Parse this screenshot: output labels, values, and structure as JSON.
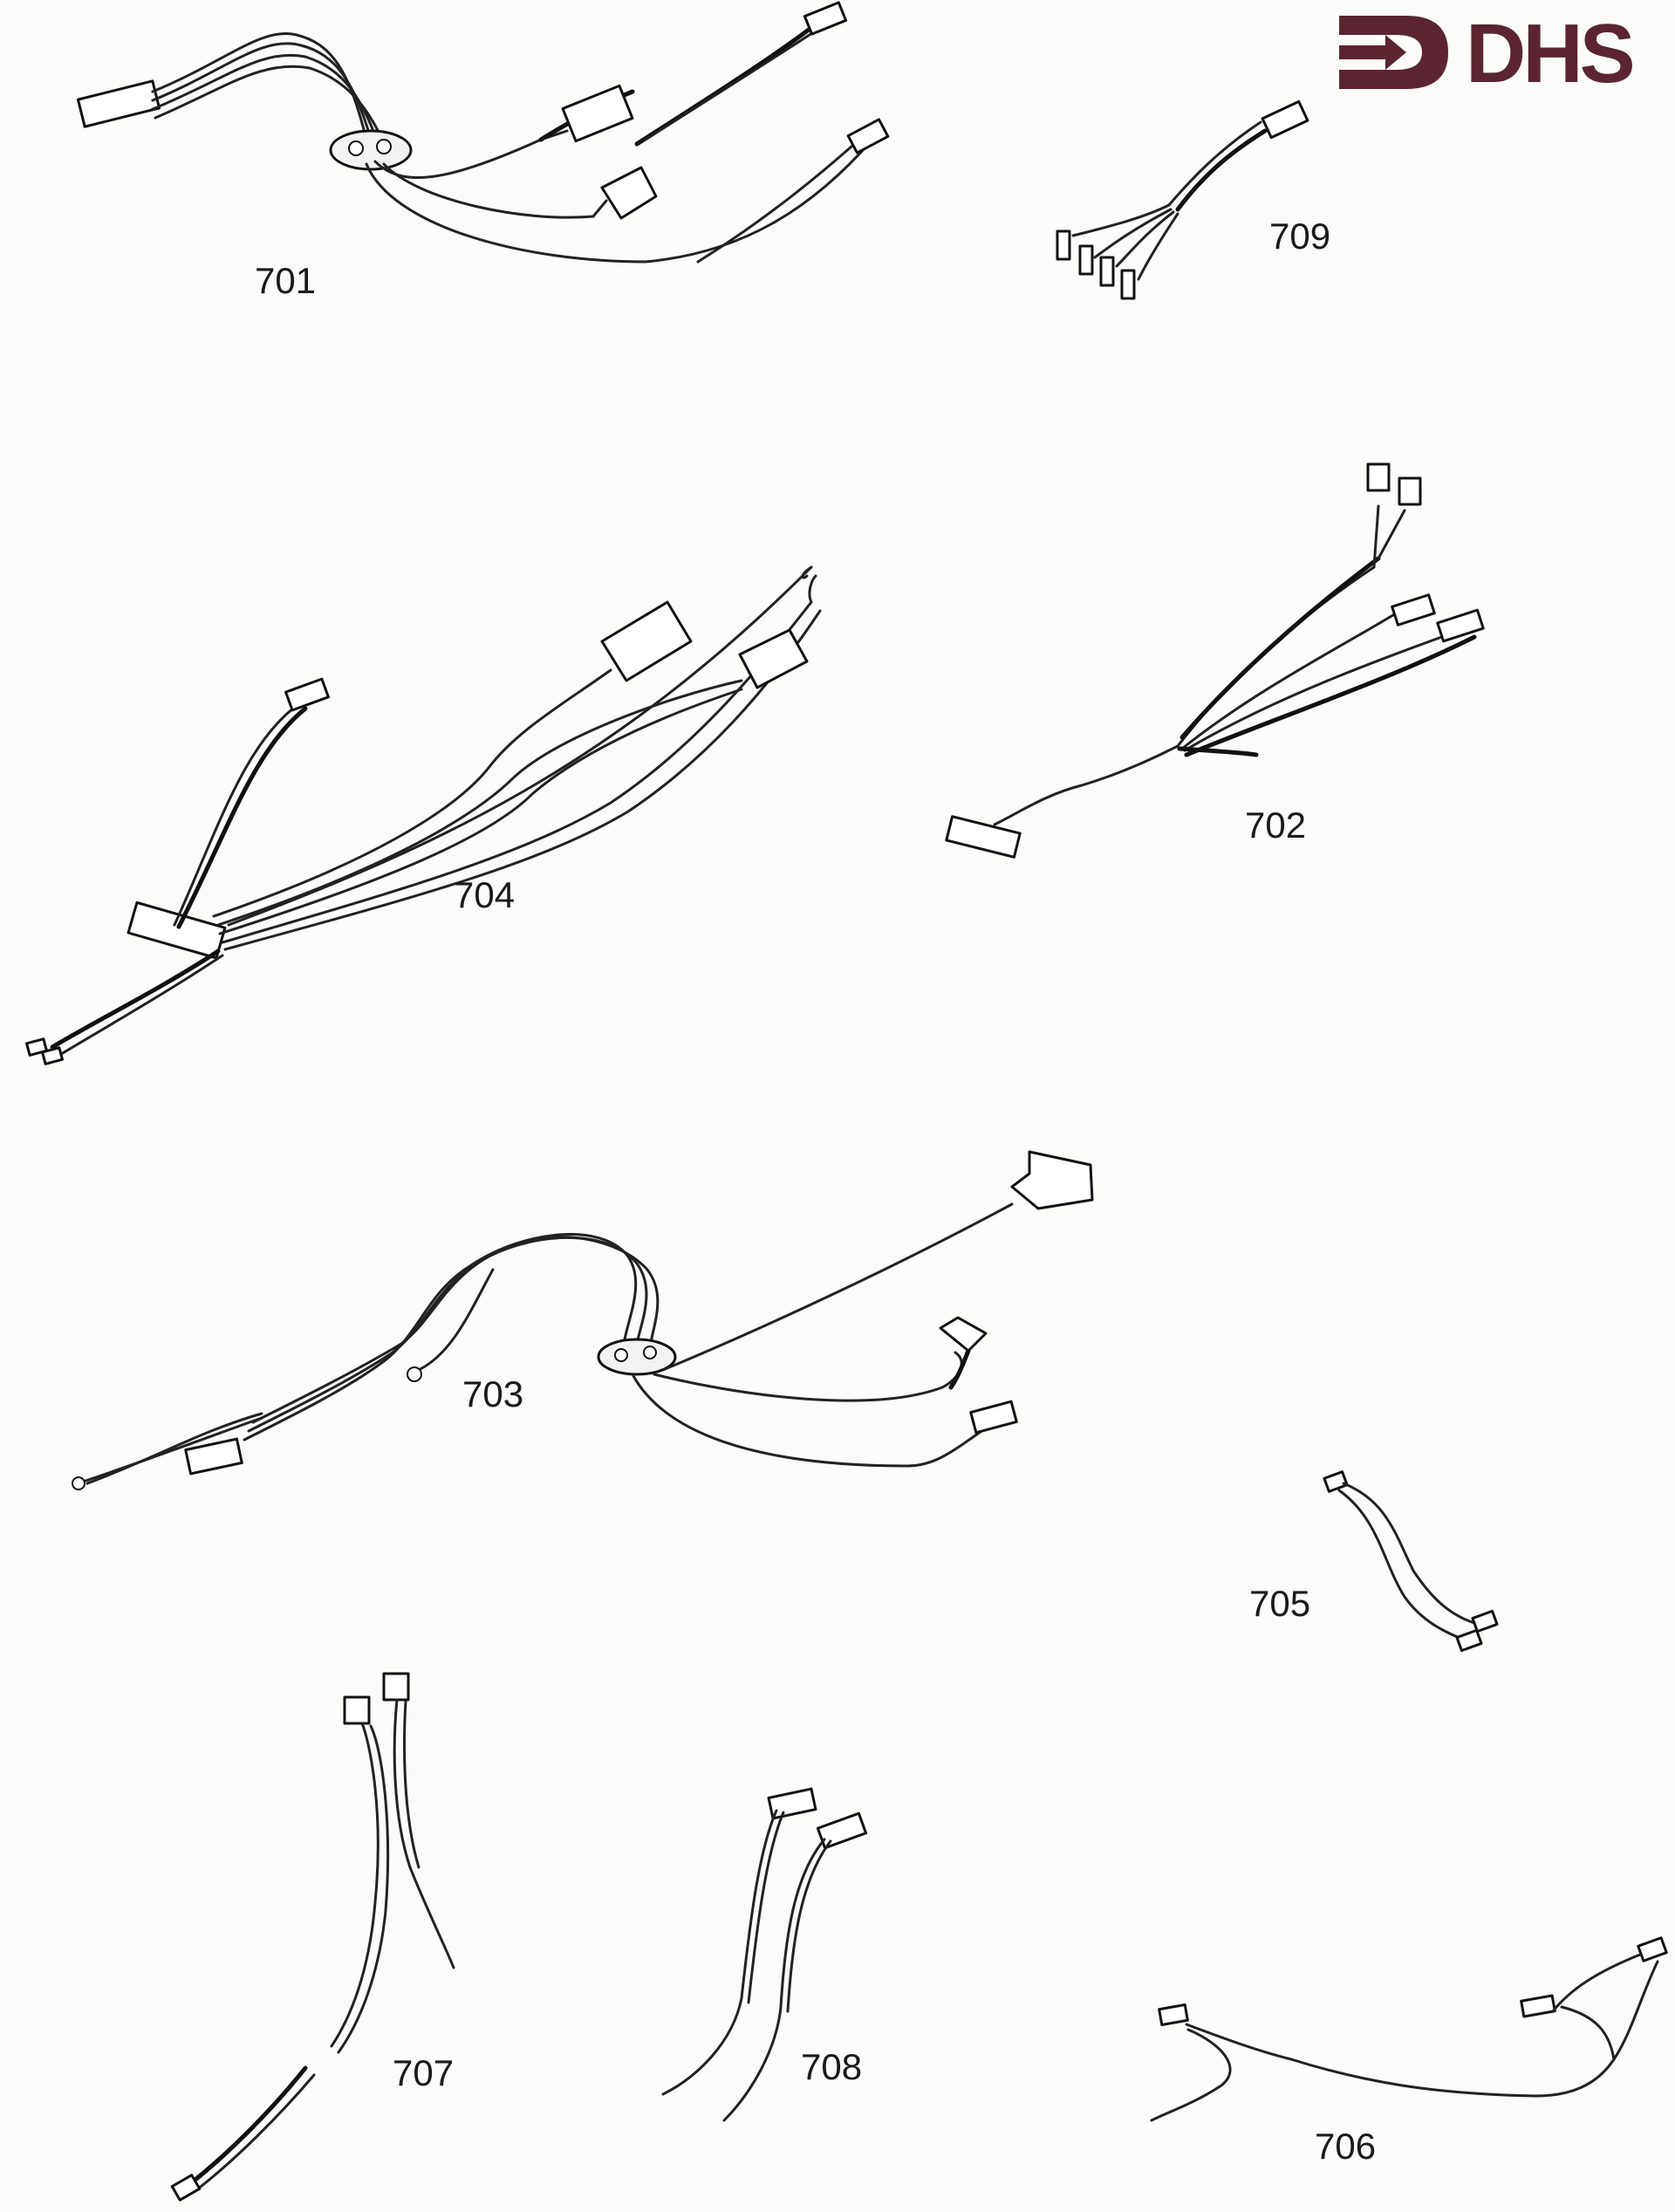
{
  "brand": {
    "logo_text": "DHS",
    "logo_color": "#5a2530"
  },
  "parts": [
    {
      "id": "harness-701",
      "label": "701"
    },
    {
      "id": "harness-709",
      "label": "709"
    },
    {
      "id": "harness-704",
      "label": "704"
    },
    {
      "id": "harness-702",
      "label": "702"
    },
    {
      "id": "harness-703",
      "label": "703"
    },
    {
      "id": "harness-705",
      "label": "705"
    },
    {
      "id": "harness-707",
      "label": "707"
    },
    {
      "id": "harness-708",
      "label": "708"
    },
    {
      "id": "harness-706",
      "label": "706"
    }
  ]
}
